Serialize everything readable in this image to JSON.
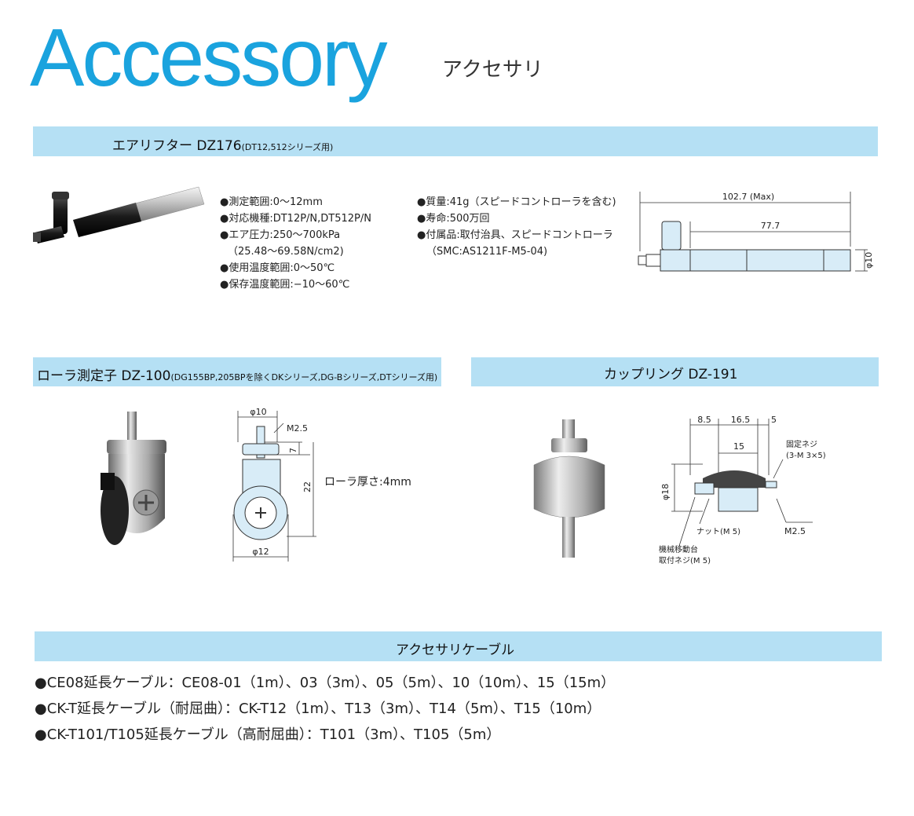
{
  "header": {
    "title": "Accessory",
    "subtitle": "アクセサリ"
  },
  "air_lifter": {
    "heading": "エアリフター DZ176",
    "heading_note": "(DT12,512シリーズ用)",
    "specs_left": [
      "●測定範囲:0～12mm",
      "●対応機種:DT12P/N,DT512P/N",
      "●エア圧力:250～700kPa",
      "（25.48～69.58N/cm2)",
      "●使用温度範囲:0～50℃",
      "●保存温度範囲:−10～60℃"
    ],
    "specs_right": [
      "●質量:41g（スピードコントローラを含む)",
      "●寿命:500万回",
      "●付属品:取付治具、スピードコントローラ",
      "（SMC:AS1211F-M5-04)"
    ],
    "dims": {
      "total": "102.7 (Max)",
      "body": "77.7",
      "dia": "φ10"
    }
  },
  "roller": {
    "heading": "ローラ測定子 DZ-100",
    "heading_note": "(DG155BP,205BPを除くDKシリーズ,DG-Bシリーズ,DTシリーズ用)",
    "dims": {
      "top_dia": "φ10",
      "thread": "M2.5",
      "h1": "7",
      "h2": "22",
      "bottom_dia": "φ12"
    },
    "note": "ローラ厚さ:4mm"
  },
  "coupling": {
    "heading": "カップリング DZ-191",
    "dims": {
      "a": "8.5",
      "b": "16.5",
      "c": "5",
      "d": "15",
      "dia": "φ18",
      "thread": "M2.5"
    },
    "labels": {
      "screw": "固定ネジ",
      "screw_spec": "(3-M 3×5)",
      "nut": "ナット(M 5)",
      "mount1": "機械移動台",
      "mount2": "取付ネジ(M 5)"
    }
  },
  "cables": {
    "heading": "アクセサリケーブル",
    "items": [
      "●CE08延長ケーブル：CE08-01（1m）、03（3m）、05（5m）、10（10m）、15（15m）",
      "●CK-T延長ケーブル（耐屈曲）：CK-T12（1m）、T13（3m）、T14（5m）、T15（10m）",
      "●CK-T101/T105延長ケーブル（高耐屈曲）：T101（3m）、T105（5m）"
    ]
  }
}
